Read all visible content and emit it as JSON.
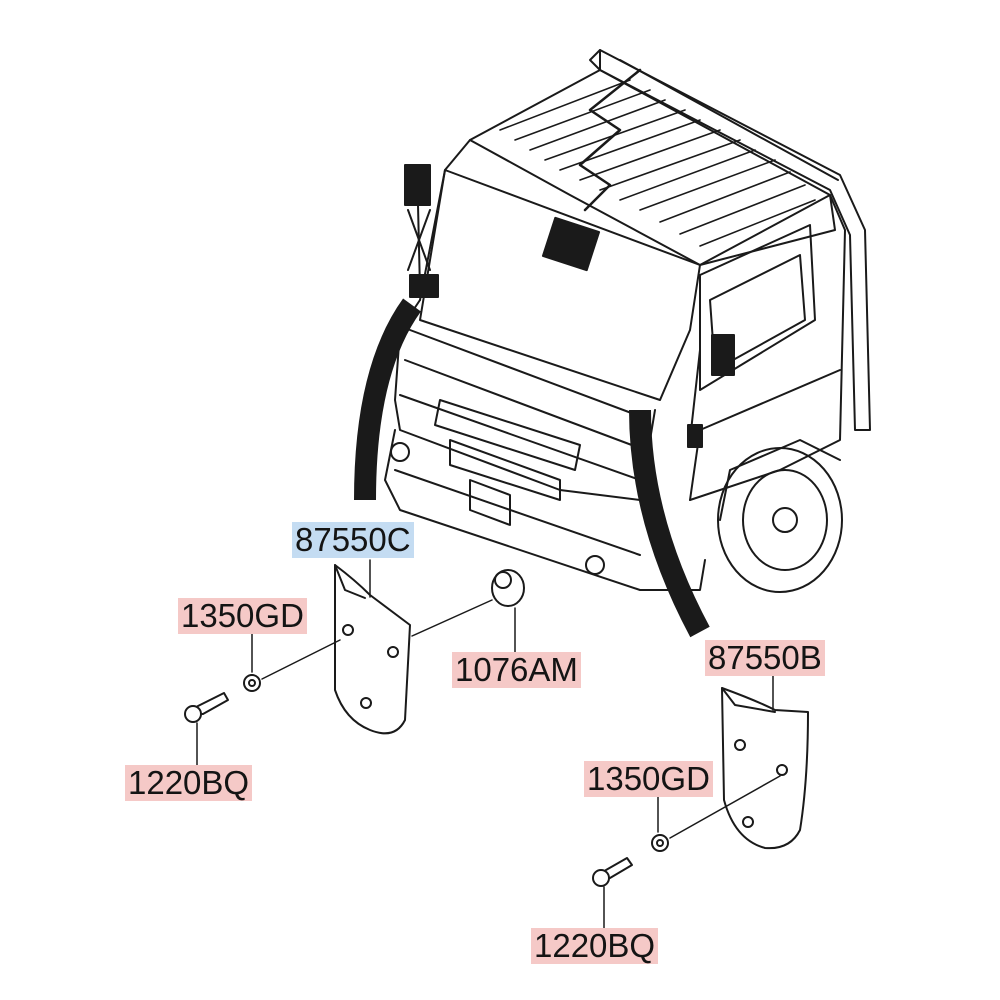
{
  "labels": {
    "part_87550C": "87550C",
    "part_1350GD_left": "1350GD",
    "part_1076AM": "1076AM",
    "part_1220BQ_left": "1220BQ",
    "part_87550B": "87550B",
    "part_1350GD_right": "1350GD",
    "part_1220BQ_right": "1220BQ"
  },
  "colors": {
    "highlight_selected": "#c4dcf2",
    "highlight_part": "#f5c9c7",
    "line_art": "#1a1a1a"
  },
  "icons": {
    "truck": "truck-cab-illustration",
    "mudguard": "mud-flap-icon",
    "bolt": "bolt-icon",
    "washer": "washer-icon",
    "clip": "clip-icon"
  }
}
